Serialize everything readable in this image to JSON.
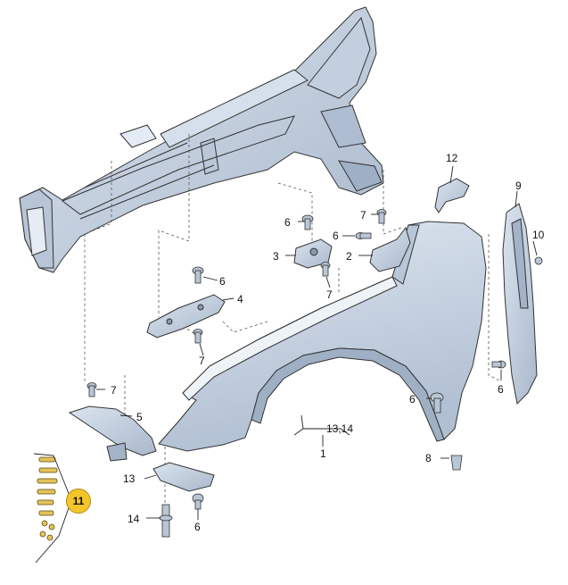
{
  "colors": {
    "part_fill": "#c9d5e4",
    "part_fill_dark": "#a9b8cb",
    "outline": "#333333",
    "leader": "#555555",
    "highlight_badge": "#f2c62a"
  },
  "callouts": {
    "c1": "1",
    "c1314": "13,14",
    "c2": "2",
    "c3": "3",
    "c4": "4",
    "c5": "5",
    "c6a": "6",
    "c6b": "6",
    "c6c": "6",
    "c6d": "6",
    "c6e": "6",
    "c6f": "6",
    "c7a": "7",
    "c7b": "7",
    "c7c": "7",
    "c7d": "7",
    "c8": "8",
    "c9": "9",
    "c10": "10",
    "c11": "11",
    "c12": "12",
    "c13": "13",
    "c14": "14"
  }
}
